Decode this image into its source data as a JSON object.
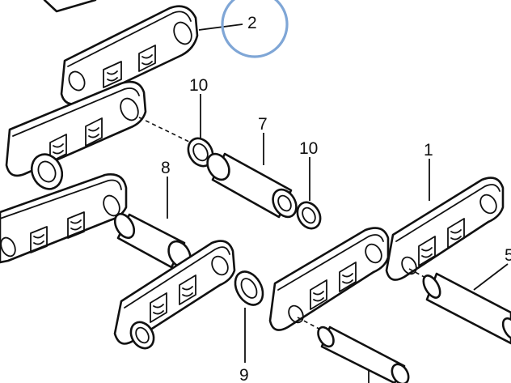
{
  "callouts": [
    {
      "id": "link-top",
      "text": "2"
    },
    {
      "id": "seal-upper",
      "text": "10"
    },
    {
      "id": "bushing",
      "text": "7"
    },
    {
      "id": "seal-right",
      "text": "10"
    },
    {
      "id": "link-right",
      "text": "1"
    },
    {
      "id": "bushing-left",
      "text": "8"
    },
    {
      "id": "seal-lower",
      "text": "9"
    },
    {
      "id": "pin-right",
      "text": "5"
    }
  ],
  "highlight": {
    "target": "link-top",
    "color": "#7fa6d6"
  }
}
